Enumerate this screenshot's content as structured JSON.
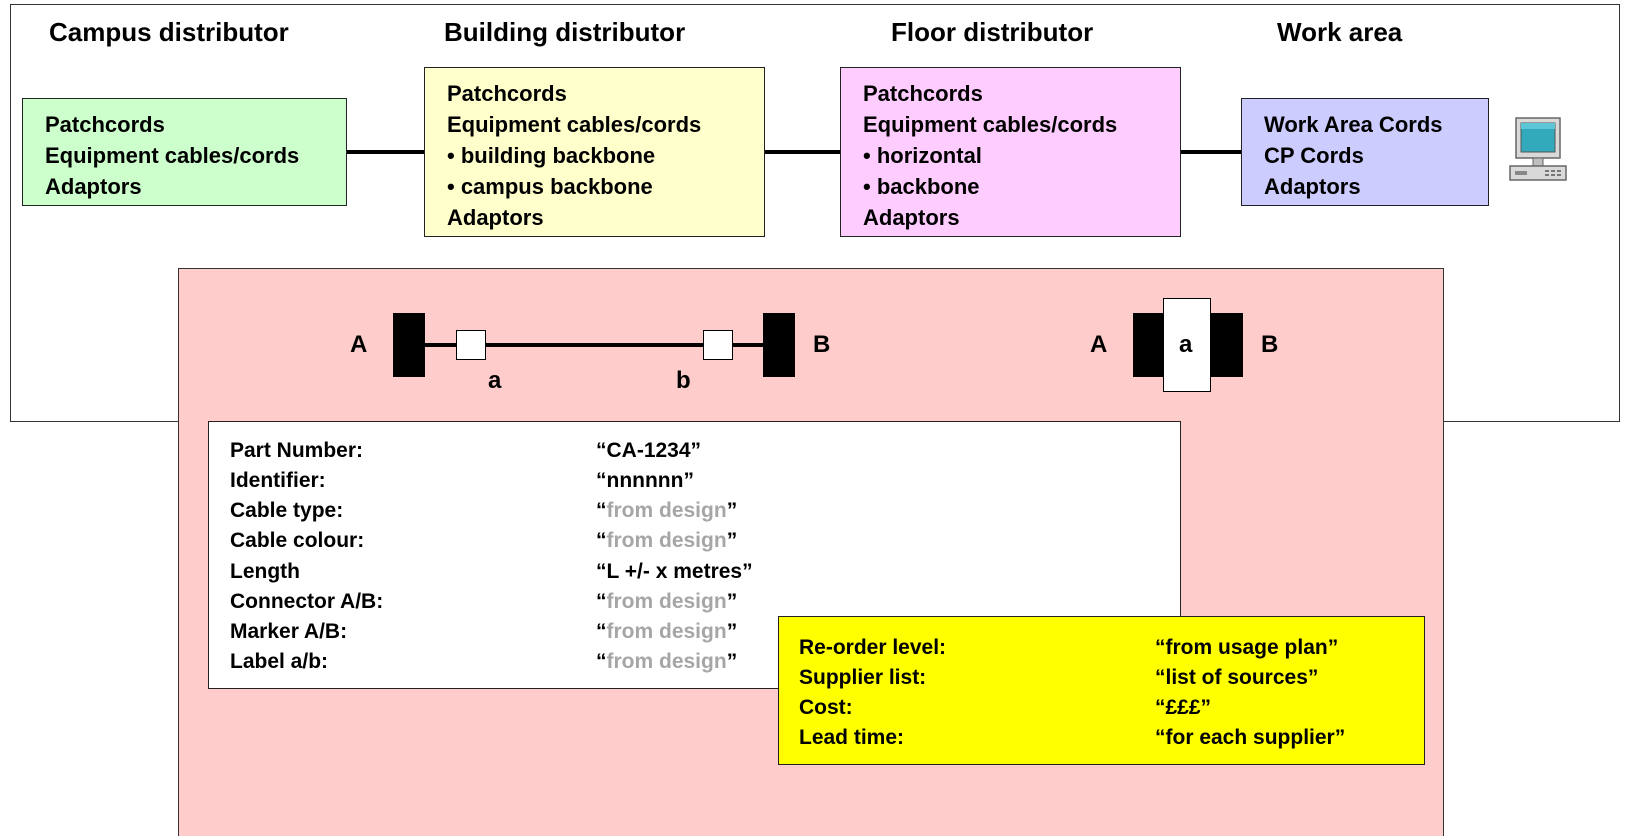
{
  "headings": {
    "campus": "Campus distributor",
    "building": "Building distributor",
    "floor": "Floor distributor",
    "work_area": "Work area"
  },
  "campus_box": {
    "lines": [
      "Patchcords",
      "Equipment cables/cords",
      "Adaptors"
    ],
    "color": "#ccffcc"
  },
  "building_box": {
    "lines": [
      "Patchcords",
      "Equipment cables/cords",
      "• building backbone",
      "• campus backbone",
      "Adaptors"
    ],
    "color": "#ffffcc"
  },
  "floor_box": {
    "lines": [
      "Patchcords",
      "Equipment cables/cords",
      "• horizontal",
      "• backbone",
      "Adaptors"
    ],
    "color": "#ffccff"
  },
  "work_box": {
    "lines": [
      "Work Area Cords",
      "CP Cords",
      "Adaptors"
    ],
    "color": "#ccccff"
  },
  "cable_diagram": {
    "end_a": "A",
    "end_b": "B",
    "label_a": "a",
    "label_b": "b"
  },
  "adaptor_diagram": {
    "end_a": "A",
    "label": "a",
    "end_b": "B"
  },
  "panel_color": "#ffcccc",
  "attributes": [
    {
      "name": "Part Number:",
      "value": "“CA-1234”",
      "placeholder": false
    },
    {
      "name": "Identifier:",
      "value": "“nnnnnn”",
      "placeholder": false
    },
    {
      "name": "Cable type:",
      "open": "“",
      "value": "from design",
      "close": "”",
      "placeholder": true
    },
    {
      "name": "Cable colour:",
      "open": "“",
      "value": "from design",
      "close": "”",
      "placeholder": true
    },
    {
      "name": "Length",
      "value": "“L +/- x metres”",
      "placeholder": false
    },
    {
      "name": "Connector A/B:",
      "open": "“",
      "value": "from design",
      "close": "”",
      "placeholder": true
    },
    {
      "name": "Marker A/B:",
      "open": "“",
      "value": "from design",
      "close": "”",
      "placeholder": true
    },
    {
      "name": "Label a/b:",
      "open": "“",
      "value": "from design",
      "close": "”",
      "placeholder": true
    }
  ],
  "supply": {
    "color": "#ffff00",
    "rows": [
      {
        "name": "Re-order level:",
        "value": "“from usage plan”"
      },
      {
        "name": "Supplier list:",
        "value": "“list of sources”"
      },
      {
        "name": "Cost:",
        "value": "“£££”"
      },
      {
        "name": "Lead time:",
        "value": "“for each supplier”"
      }
    ]
  },
  "icons": {
    "work_area": "computer-icon"
  }
}
